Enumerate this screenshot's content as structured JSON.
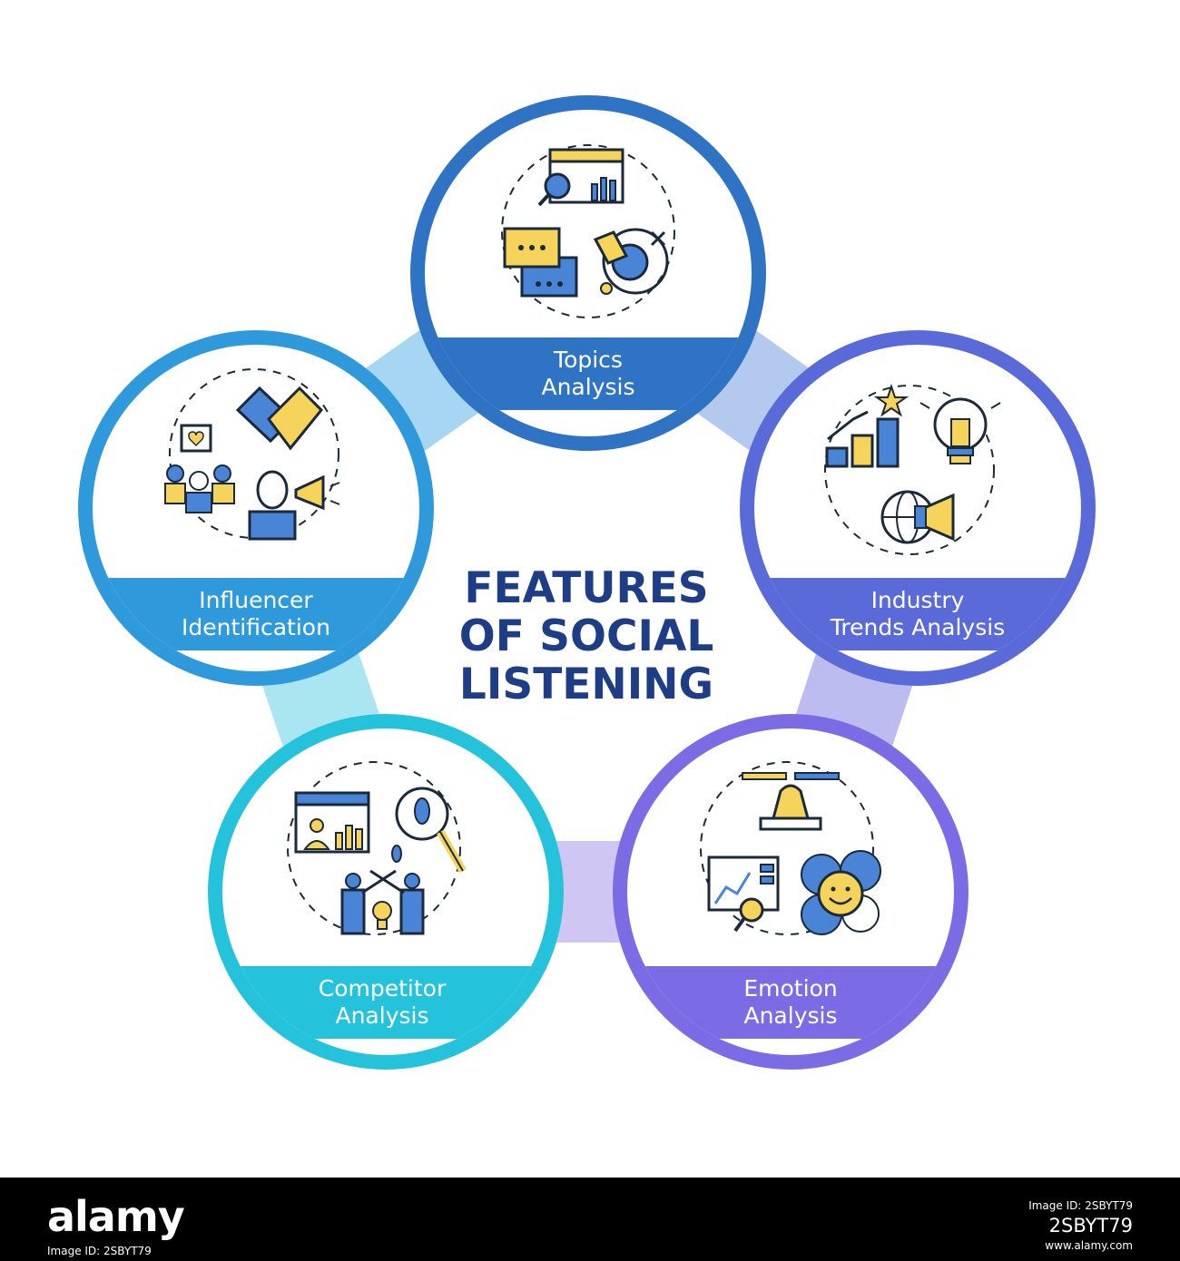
{
  "title": {
    "line1": "FEATURES",
    "line2": "OF SOCIAL",
    "line3": "LISTENING"
  },
  "features": [
    {
      "key": "topics",
      "line1": "Topics",
      "line2": "Analysis",
      "color": "#2f73c4"
    },
    {
      "key": "industry",
      "line1": "Industry",
      "line2": "Trends Analysis",
      "color": "#5a6ad9"
    },
    {
      "key": "emotion",
      "line1": "Emotion",
      "line2": "Analysis",
      "color": "#7b6ce6"
    },
    {
      "key": "competitor",
      "line1": "Competitor",
      "line2": "Analysis",
      "color": "#25c2dc"
    },
    {
      "key": "influencer",
      "line1": "Influencer",
      "line2": "Identification",
      "color": "#2e9adb"
    }
  ],
  "icons": {
    "topics": [
      "browser-analytics-icon",
      "chat-bubbles-icon",
      "target-goal-icon"
    ],
    "industry": [
      "growth-chart-star-icon",
      "lightbulb-icon",
      "global-megaphone-icon"
    ],
    "emotion": [
      "balance-scale-icon",
      "report-magnifier-icon",
      "emoji-faces-icon"
    ],
    "competitor": [
      "browser-report-icon",
      "footprint-search-icon",
      "fencing-rivals-icon"
    ],
    "influencer": [
      "handshake-icon",
      "followers-like-icon",
      "speaker-megaphone-icon"
    ]
  },
  "icon_palette": {
    "yellow": "#f6d35b",
    "blue": "#4a84d6",
    "line": "#1b2a3a"
  },
  "footer": {
    "brand": "alamy",
    "stock_id": "Image ID: 2SBYT79",
    "image_id_label": "Image ID: 2SBYT79",
    "image_id": "2SBYT79",
    "url": "www.alamy.com"
  }
}
